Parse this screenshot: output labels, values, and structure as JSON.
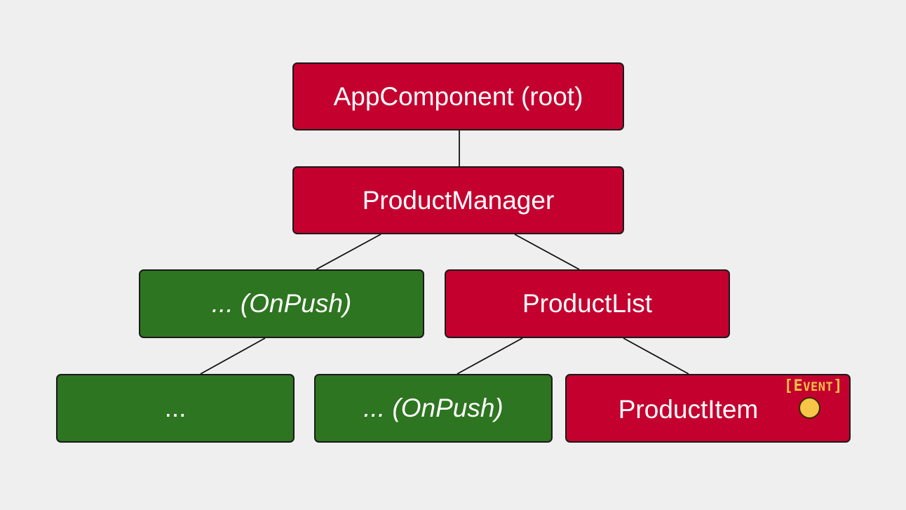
{
  "diagram": {
    "nodes": {
      "root": {
        "label": "AppComponent (root)"
      },
      "manager": {
        "label": "ProductManager"
      },
      "onpush_left": {
        "label": "... (OnPush)"
      },
      "productlist": {
        "label": "ProductList"
      },
      "leaf_left": {
        "label": "..."
      },
      "onpush_mid": {
        "label": "... (OnPush)"
      },
      "productitem": {
        "label": "ProductItem"
      }
    },
    "event_tag": {
      "open": "[",
      "first": "E",
      "rest": "VENT",
      "close": "]"
    },
    "colors": {
      "default_node": "#c4002f",
      "onpush_node": "#2d7520",
      "event": "#f2c244",
      "background": "#efefef"
    }
  }
}
